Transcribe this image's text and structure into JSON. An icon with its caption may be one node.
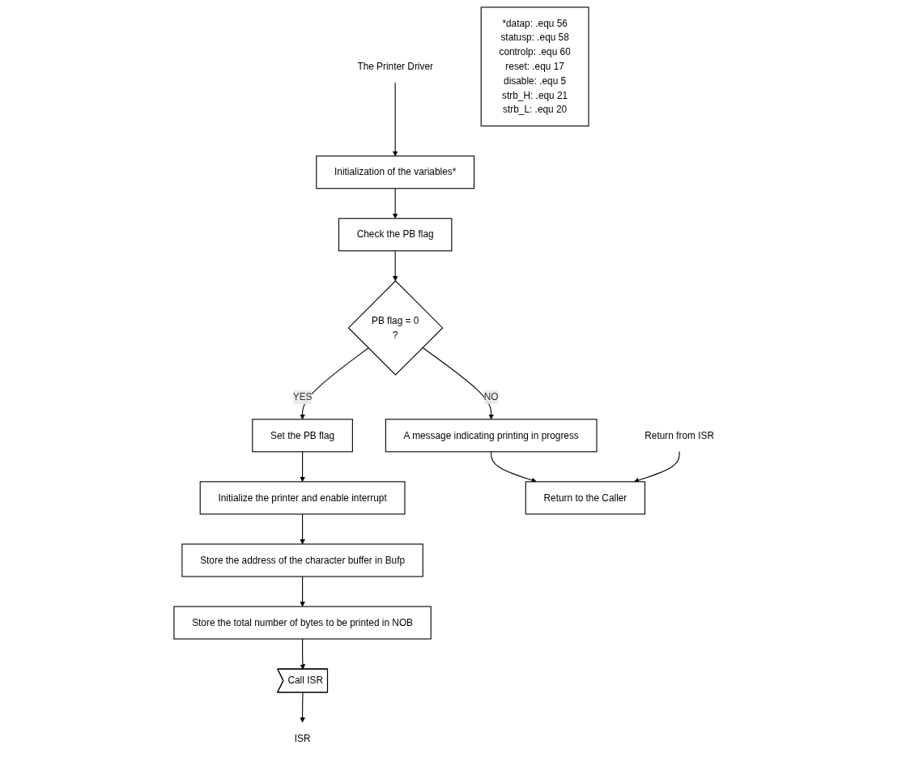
{
  "diagram": {
    "nodes": [
      {
        "text": [
          "The Printer Driver"
        ]
      },
      {
        "text": [
          "Initialization of the variables*"
        ]
      },
      {
        "text": [
          "Check the PB flag"
        ]
      },
      {
        "text": [
          "PB flag = 0",
          "?"
        ]
      },
      {
        "text": [
          "A message indicating printing in progress"
        ]
      },
      {
        "text": [
          "Set the PB flag"
        ]
      },
      {
        "text": [
          "Initialize the printer and enable interrupt"
        ]
      },
      {
        "text": [
          "Store the address of the character buffer in Bufp"
        ]
      },
      {
        "text": [
          "Store the total number of bytes to be printed in NOB"
        ]
      },
      {
        "text": [
          "Call ISR"
        ]
      },
      {
        "text": [
          "ISR"
        ]
      },
      {
        "text": [
          "Return from ISR"
        ]
      },
      {
        "text": [
          "Return to the Caller"
        ]
      },
      {
        "text": [
          "*datap: .equ 56",
          "statusp: .equ 58",
          "controlp: .equ 60",
          "reset: .equ 17",
          "disable: .equ 5",
          "strb_H: .equ 21",
          "strb_L: .equ 20"
        ]
      }
    ],
    "edges": [
      {
        "from": 0,
        "to": 1,
        "arrow": "to"
      },
      {
        "from": 1,
        "to": 2,
        "arrow": "to"
      },
      {
        "from": 2,
        "to": 3,
        "arrow": "to"
      },
      {
        "from": 3,
        "to": 4,
        "arrow": "to",
        "label": "NO"
      },
      {
        "from": 3,
        "to": 5,
        "arrow": "to",
        "label": "YES"
      },
      {
        "from": 5,
        "to": 6,
        "arrow": "to"
      },
      {
        "from": 6,
        "to": 7,
        "arrow": "to"
      },
      {
        "from": 7,
        "to": 8,
        "arrow": "to"
      },
      {
        "from": 8,
        "to": 9,
        "arrow": "to"
      },
      {
        "from": 9,
        "to": 10,
        "arrow": "to"
      },
      {
        "from": 4,
        "to": 12,
        "arrow": "to"
      },
      {
        "from": 11,
        "to": 12,
        "arrow": "to"
      }
    ]
  }
}
